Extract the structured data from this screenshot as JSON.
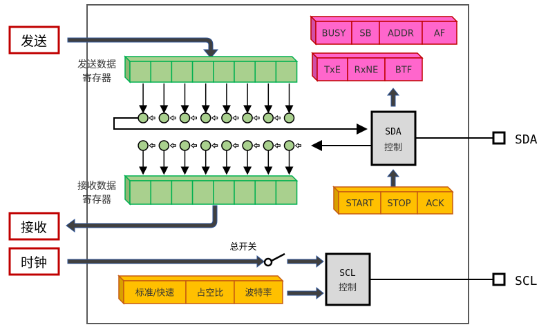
{
  "external_ports": {
    "send": "发送",
    "receive": "接收",
    "clock": "时钟"
  },
  "tx_register": {
    "label_line1": "发送数据",
    "label_line2": "寄存器",
    "bits": 8
  },
  "rx_register": {
    "label_line1": "接收数据",
    "label_line2": "寄存器",
    "bits": 8
  },
  "status_registers": {
    "row1": [
      "BUSY",
      "SB",
      "ADDR",
      "AF"
    ],
    "row2": [
      "TxE",
      "RxNE",
      "BTF"
    ]
  },
  "sda_control": {
    "line1": "SDA",
    "line2": "控制"
  },
  "scl_control": {
    "line1": "SCL",
    "line2": "控制"
  },
  "sda_control_inputs": [
    "START",
    "STOP",
    "ACK"
  ],
  "scl_control_inputs": [
    "标准/快速",
    "占空比",
    "波特率"
  ],
  "master_switch_label": "总开关",
  "pins": {
    "sda": "SDA",
    "scl": "SCL"
  },
  "colors": {
    "port_border": "#c00000",
    "register_fill": "#a9d08e",
    "register_border": "#00b050",
    "status_fill": "#ff66cc",
    "status_border": "#c00000",
    "control_fill": "#ffc000",
    "control_border": "#c55a11",
    "arrow_fill": "#404040",
    "arrow_edge": "#2f5597",
    "control_block_fill": "#d9d9d9",
    "frame": "#595959"
  }
}
